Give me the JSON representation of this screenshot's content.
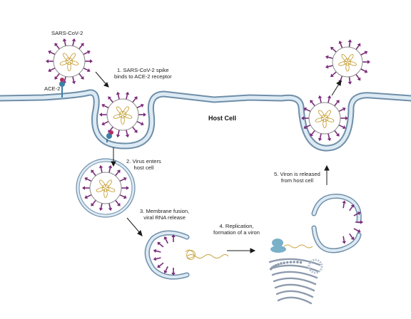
{
  "labels": {
    "virus_name": "SARS-CoV-2",
    "receptor": "ACE-2",
    "host_cell": "Host Cell"
  },
  "steps": [
    {
      "line1": "1. SARS-CoV-2  spike",
      "line2": "binds to ACE-2 receptor"
    },
    {
      "line1": "2. Virus enters",
      "line2": "host cell"
    },
    {
      "line1": "3. Membrane fusion,",
      "line2": "viral RNA release"
    },
    {
      "line1": "4. Replication,",
      "line2": "formation of a viron"
    },
    {
      "line1": "5. Viron is released",
      "line2": "from host cell"
    }
  ],
  "colors": {
    "membrane_fill": "#dceaf4",
    "membrane_stroke": "#6f8ea8",
    "spike": "#7a2a7a",
    "rna": "#c8a23c",
    "receptor": "#3d7ea6",
    "ribosome": "#7ab0c8",
    "er": "#8d9aad"
  }
}
